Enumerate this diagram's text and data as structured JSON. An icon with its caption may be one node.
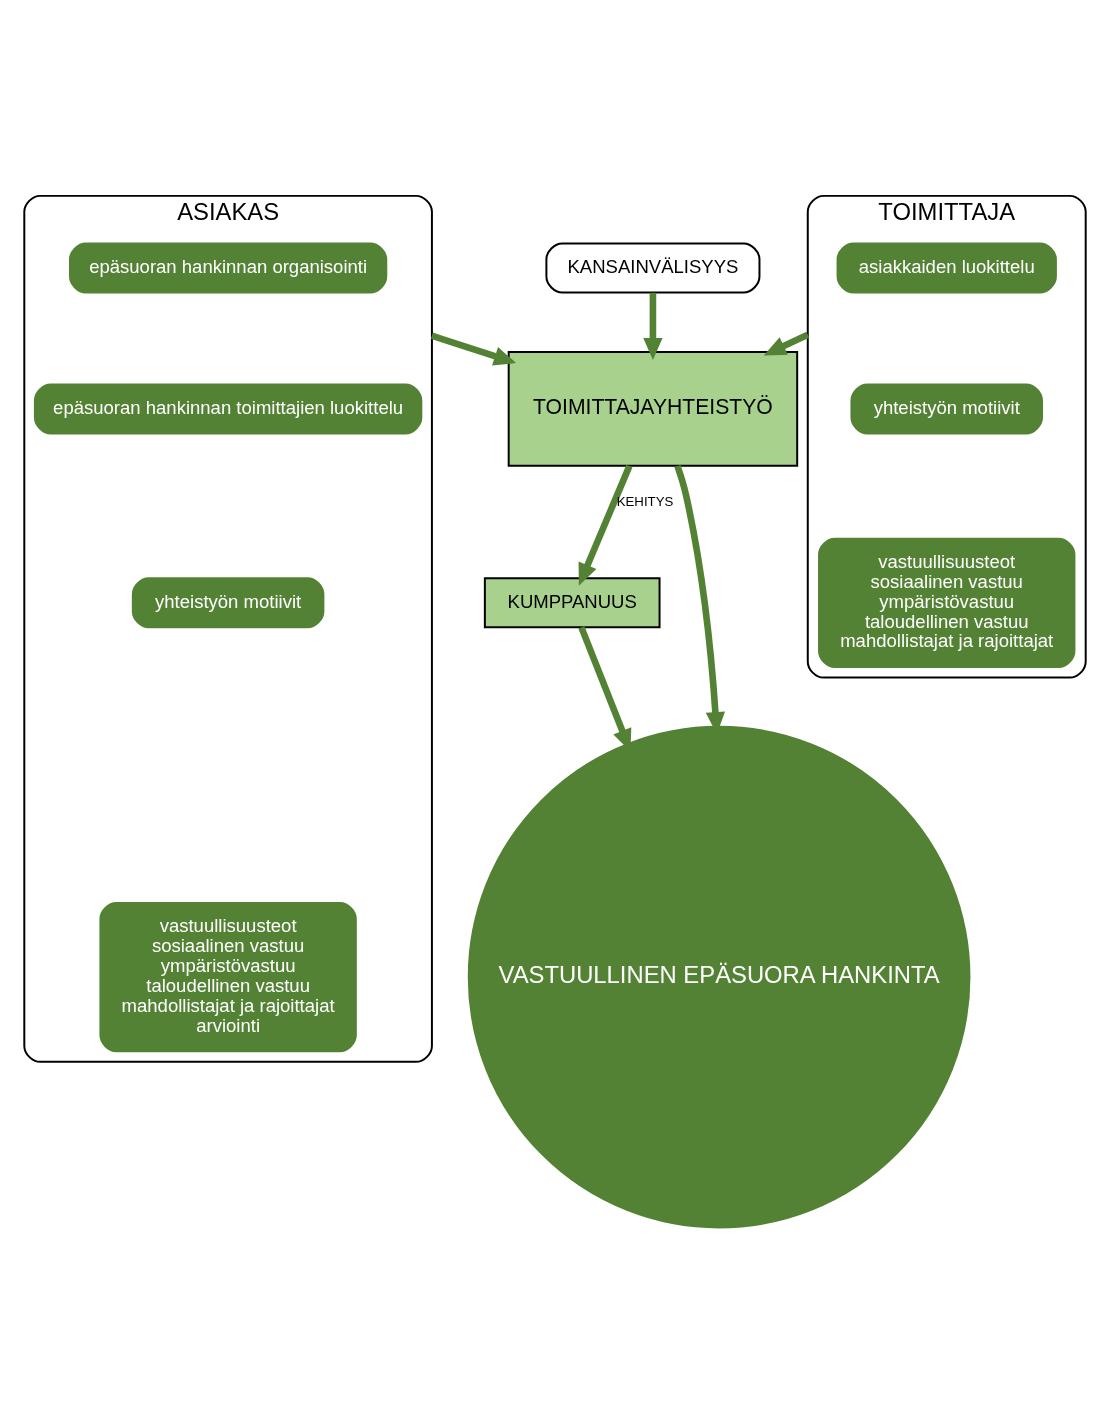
{
  "diagram": {
    "nodes": [
      {
        "text": [
          "ASIAKAS"
        ]
      },
      {
        "text": [
          "epäsuoran hankinnan organisointi"
        ],
        "in": 0
      },
      {
        "text": [
          "epäsuoran hankinnan toimittajien luokittelu"
        ],
        "in": 0
      },
      {
        "text": [
          "yhteistyön motiivit"
        ],
        "in": 0
      },
      {
        "text": [
          "vastuullisuusteot",
          "sosiaalinen vastuu",
          "ympäristövastuu",
          "taloudellinen vastuu",
          "mahdollistajat ja rajoittajat",
          "arviointi"
        ],
        "in": 0
      },
      {
        "text": [
          "KANSAINVÄLISYYS"
        ]
      },
      {
        "text": [
          "TOIMITTAJAYHTEISTYÖ"
        ]
      },
      {
        "text": [
          "KUMPPANUUS"
        ]
      },
      {
        "text": [
          "VASTUULLINEN EPÄSUORA HANKINTA"
        ]
      },
      {
        "text": [
          "TOIMITTAJA"
        ]
      },
      {
        "text": [
          "asiakkaiden luokittelu"
        ],
        "in": 9
      },
      {
        "text": [
          "yhteistyön motiivit"
        ],
        "in": 9
      },
      {
        "text": [
          "vastuullisuusteot",
          "sosiaalinen vastuu",
          "ympäristövastuu",
          "taloudellinen vastuu",
          "mahdollistajat ja rajoittajat"
        ],
        "in": 9
      }
    ],
    "edges": [
      {
        "from": 5,
        "to": 6,
        "arrow": "to"
      },
      {
        "from": 0,
        "to": 6,
        "arrow": "to"
      },
      {
        "from": 9,
        "to": 6,
        "arrow": "to"
      },
      {
        "from": 6,
        "to": 7,
        "arrow": "to",
        "label": "KEHITYS"
      },
      {
        "from": 7,
        "to": 8,
        "arrow": "to"
      },
      {
        "from": 6,
        "to": 8,
        "arrow": "to"
      }
    ]
  }
}
